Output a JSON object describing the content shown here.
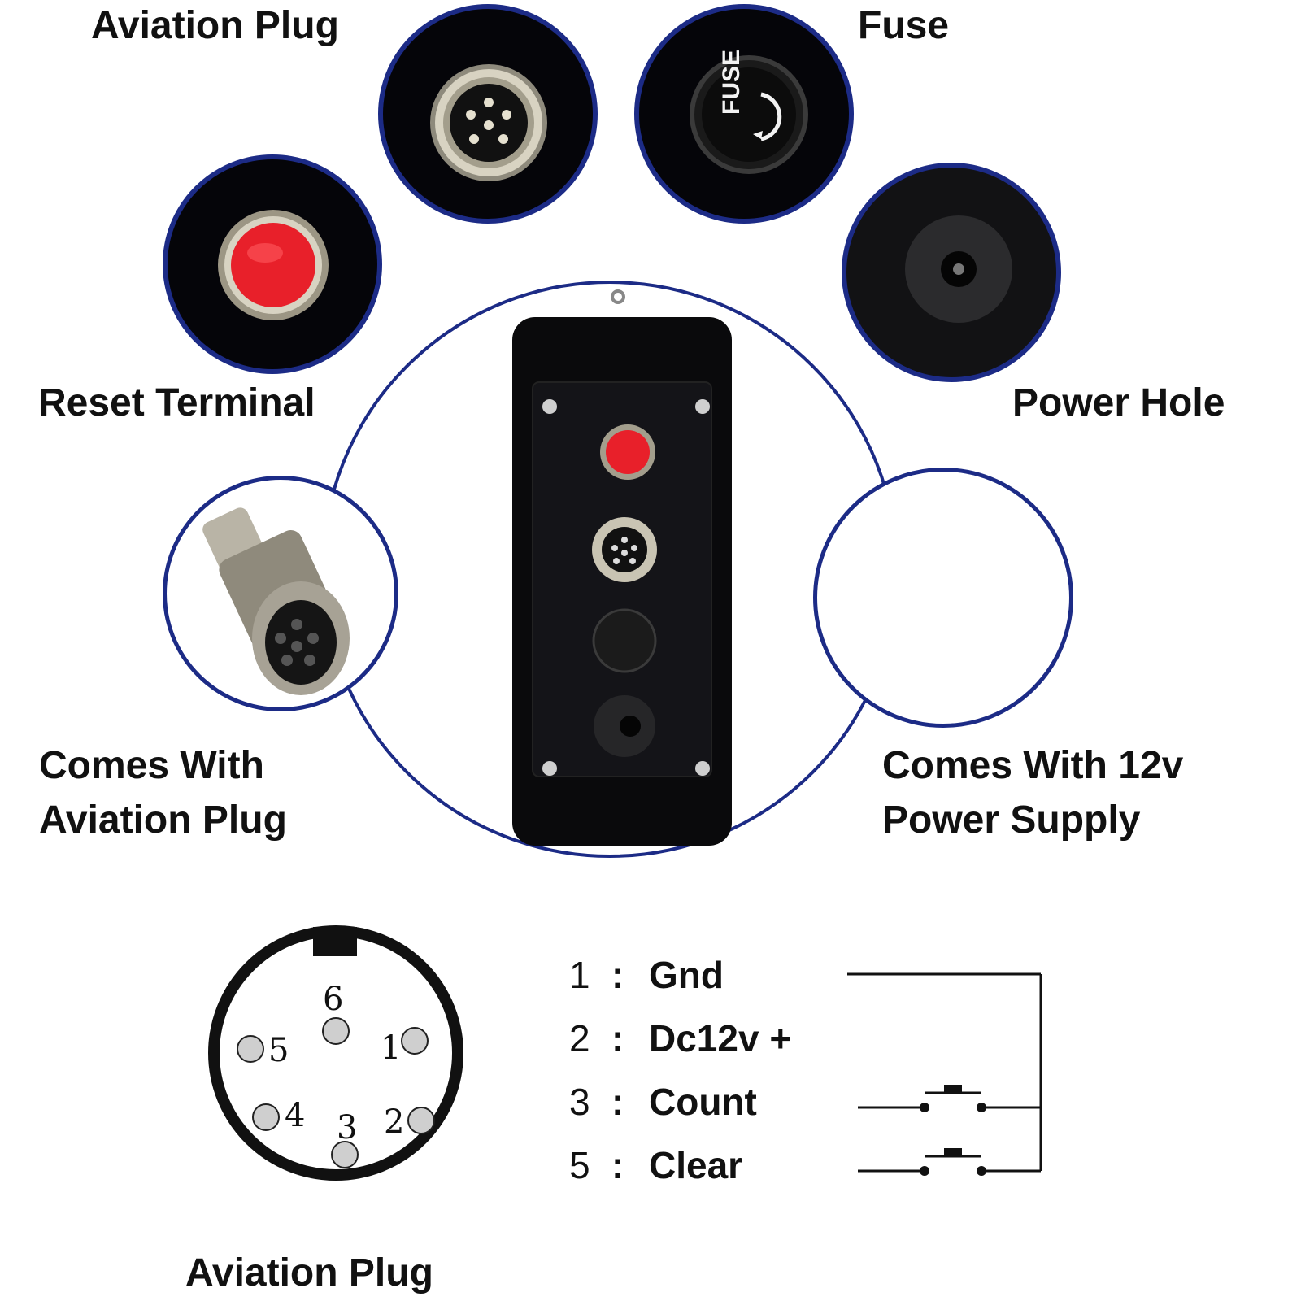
{
  "labels": {
    "aviation_plug_top": "Aviation Plug",
    "fuse": "Fuse",
    "reset_terminal": "Reset Terminal",
    "power_hole": "Power Hole",
    "comes_with_aviation_plug": [
      "Comes With",
      "Aviation Plug"
    ],
    "comes_with_power_supply": [
      "Comes With 12v",
      "Power Supply"
    ],
    "aviation_plug_bottom": "Aviation Plug"
  },
  "product_markings": {
    "fuse_cap": "FUSE"
  },
  "connector_pins": [
    {
      "number": "1"
    },
    {
      "number": "2"
    },
    {
      "number": "3"
    },
    {
      "number": "4"
    },
    {
      "number": "5"
    },
    {
      "number": "6"
    }
  ],
  "wiring": [
    {
      "pin": "1",
      "separator": ":",
      "signal": "Gnd"
    },
    {
      "pin": "2",
      "separator": ":",
      "signal": "Dc12v +"
    },
    {
      "pin": "3",
      "separator": ":",
      "signal": "Count"
    },
    {
      "pin": "5",
      "separator": ":",
      "signal": "Clear"
    }
  ],
  "colors": {
    "circle_border": "#1c2b86",
    "reset_button": "#e8202a",
    "device_body": "#0a0a0c",
    "metal": "#b9b4a6"
  },
  "icons": [
    "reset-button-icon",
    "aviation-socket-icon",
    "fuse-holder-icon",
    "dc-jack-icon",
    "aviation-connector-icon",
    "push-switch-icon"
  ]
}
